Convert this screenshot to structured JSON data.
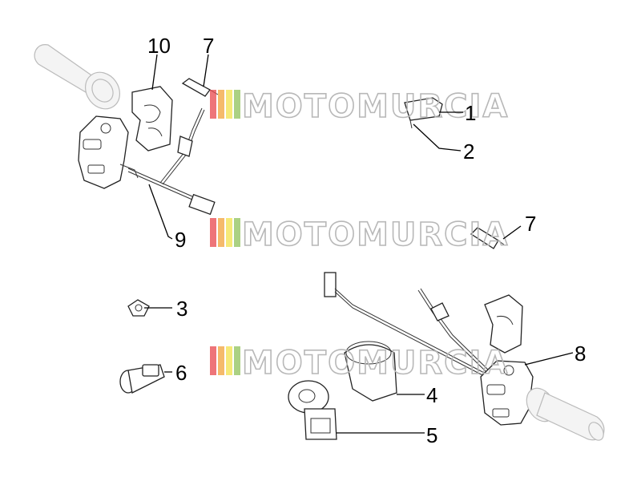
{
  "watermark": {
    "text": "MOTOMURCIA",
    "stripe_colors": [
      "#e8474c",
      "#f2a33a",
      "#f3e24b",
      "#8fc25a"
    ]
  },
  "callouts": [
    {
      "id": "c1",
      "label": "1"
    },
    {
      "id": "c2",
      "label": "2"
    },
    {
      "id": "c3",
      "label": "3"
    },
    {
      "id": "c4",
      "label": "4"
    },
    {
      "id": "c5",
      "label": "5"
    },
    {
      "id": "c6",
      "label": "6"
    },
    {
      "id": "c7a",
      "label": "7"
    },
    {
      "id": "c7b",
      "label": "7"
    },
    {
      "id": "c8",
      "label": "8"
    },
    {
      "id": "c9",
      "label": "9"
    },
    {
      "id": "c10",
      "label": "10"
    }
  ]
}
